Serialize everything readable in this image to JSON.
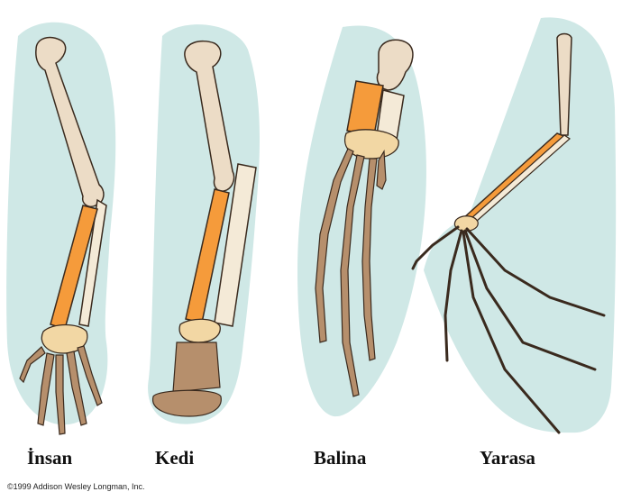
{
  "labels": {
    "human": "İnsan",
    "cat": "Kedi",
    "whale": "Balina",
    "bat": "Yarasa"
  },
  "credit": "©1999 Addison Wesley Longman, Inc.",
  "colors": {
    "background_silhouette": "#cfe8e6",
    "humerus": "#ecdcc6",
    "radius": "#f59b3b",
    "ulna": "#f4ead7",
    "carpals": "#f2d7a4",
    "hand_bones": "#b68f6c",
    "outline": "#3a2a1e"
  }
}
